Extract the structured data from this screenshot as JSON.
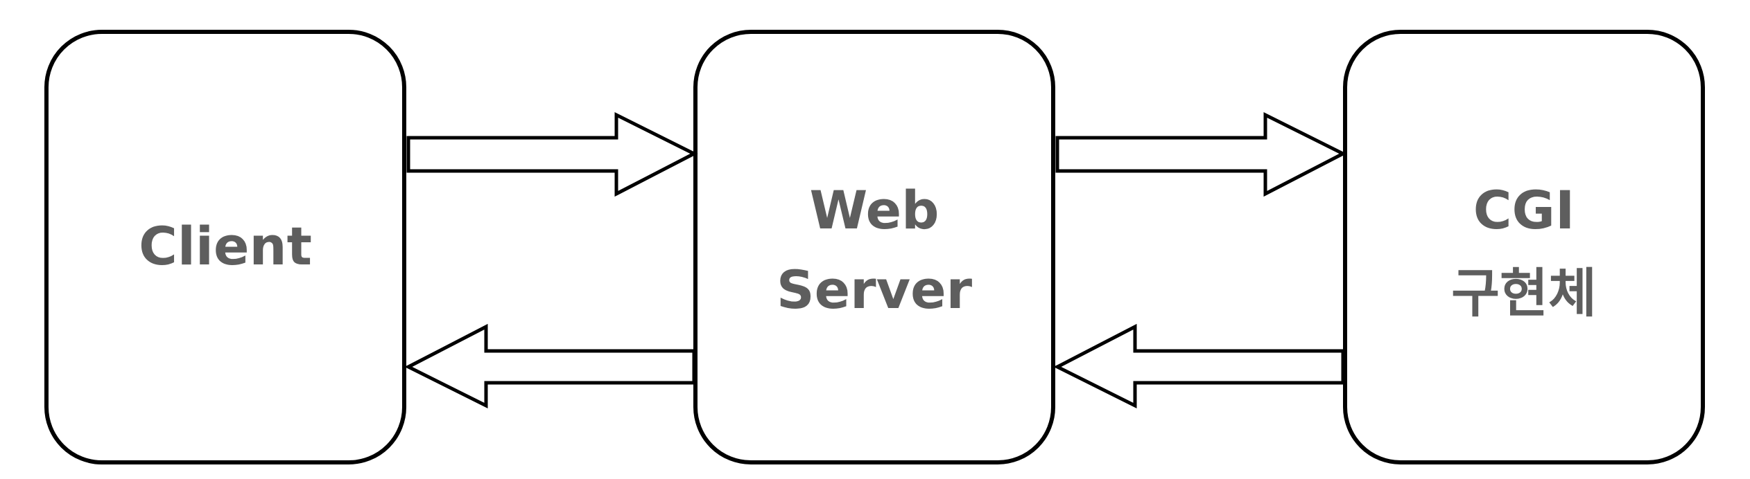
{
  "nodes": {
    "client": {
      "line1": "Client"
    },
    "web_server": {
      "line1": "Web",
      "line2": "Server"
    },
    "cgi": {
      "line1": "CGI",
      "line2": "구현체"
    }
  },
  "edges": [
    {
      "from": "client",
      "to": "web_server",
      "direction": "right"
    },
    {
      "from": "web_server",
      "to": "client",
      "direction": "left"
    },
    {
      "from": "web_server",
      "to": "cgi",
      "direction": "right"
    },
    {
      "from": "cgi",
      "to": "web_server",
      "direction": "left"
    }
  ],
  "colors": {
    "stroke": "#000000",
    "text": "#5e5e5e",
    "background": "#ffffff"
  }
}
